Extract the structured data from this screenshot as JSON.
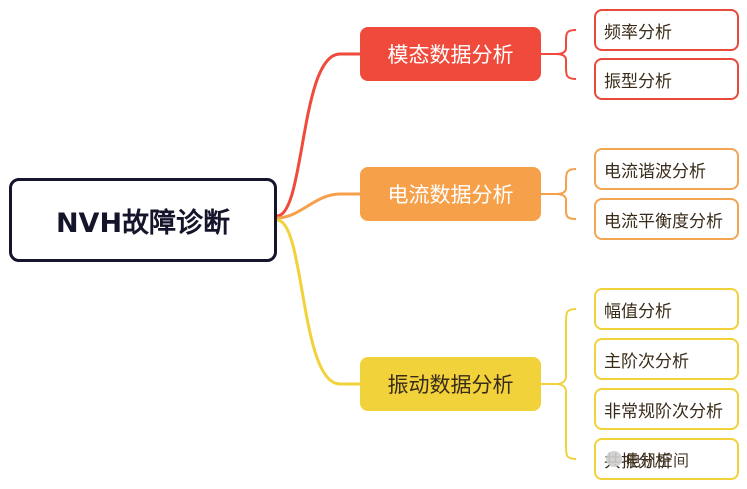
{
  "root": {
    "label": "NVH故障诊断"
  },
  "categories": [
    {
      "label": "模态数据分析",
      "color": "#ef4a3b",
      "children": [
        "频率分析",
        "振型分析"
      ]
    },
    {
      "label": "电流数据分析",
      "color": "#f6a04a",
      "children": [
        "电流谐波分析",
        "电流平衡度分析"
      ]
    },
    {
      "label": "振动数据分析",
      "color": "#f2d23a",
      "children": [
        "幅值分析",
        "主阶次分析",
        "非常规阶次分析",
        "共振分析"
      ]
    }
  ],
  "watermark": {
    "text": "电机空间"
  }
}
